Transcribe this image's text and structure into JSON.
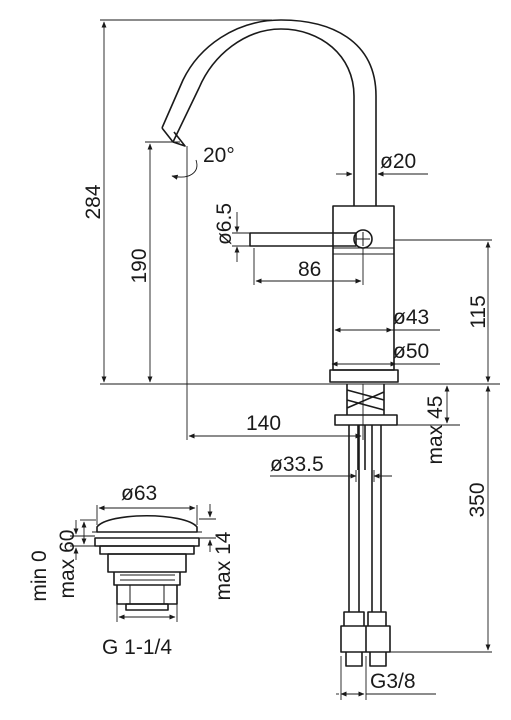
{
  "drawing": {
    "dimensions": {
      "total_height": "284",
      "spout_height": "190",
      "spout_angle": "20°",
      "tube_diameter": "ø20",
      "lever_diameter": "ø6.5",
      "lever_length": "86",
      "body_diameter": "ø43",
      "base_diameter": "ø50",
      "body_height": "115",
      "spout_reach": "140",
      "deck_thickness": "max 45",
      "shank_diameter": "ø33.5",
      "hose_length": "350",
      "hose_connection": "G3/8"
    },
    "waste": {
      "cap_diameter": "ø63",
      "min_height": "min 0",
      "max_height": "max 60",
      "cap_thickness": "max 14",
      "thread": "G 1-1/4"
    }
  }
}
